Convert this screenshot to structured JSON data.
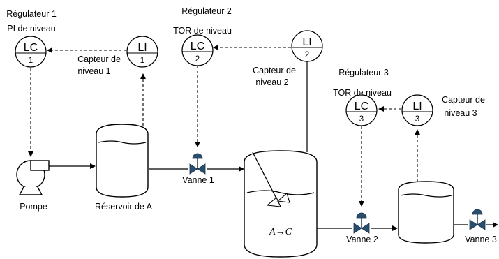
{
  "controllers": {
    "reg1": {
      "title": "Régulateur 1",
      "subtitle": "PI de niveau",
      "tag": "LC",
      "num": "1"
    },
    "reg2": {
      "title": "Régulateur 2",
      "subtitle": "TOR de niveau",
      "tag": "LC",
      "num": "2"
    },
    "reg3": {
      "title": "Régulateur 3",
      "subtitle": "TOR de niveau",
      "tag": "LC",
      "num": "3"
    }
  },
  "sensors": {
    "s1": {
      "line1": "Capteur de",
      "line2": "niveau 1",
      "tag": "LI",
      "num": "1"
    },
    "s2": {
      "line1": "Capteur de",
      "line2": "niveau 2",
      "tag": "LI",
      "num": "2"
    },
    "s3": {
      "line1": "Capteur de",
      "line2": "niveau 3",
      "tag": "LI",
      "num": "3"
    }
  },
  "equipment": {
    "pump": "Pompe",
    "reservoir": "Réservoir de A",
    "reaction": "A→C"
  },
  "valves": {
    "v1": "Vanne 1",
    "v2": "Vanne 2",
    "v3": "Vanne 3"
  },
  "colors": {
    "valve_fill": "#2a4e6e",
    "line": "#000000"
  }
}
